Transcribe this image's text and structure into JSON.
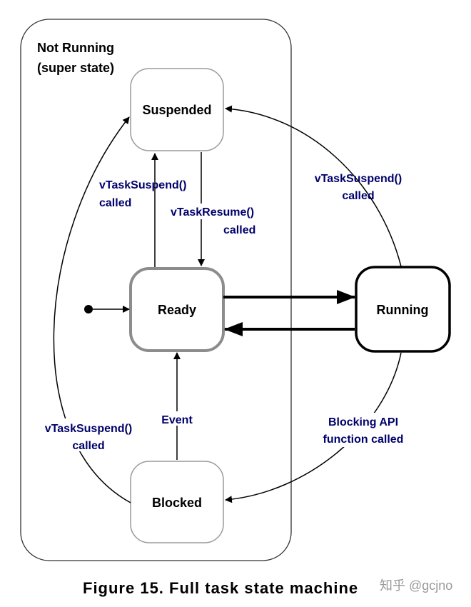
{
  "colors": {
    "label_color": "#00006b",
    "line_color": "#000000",
    "suspended_border": "#9a9a9a",
    "ready_border": "#8c8c8c",
    "blocked_border": "#9a9a9a",
    "running_border": "#000000",
    "super_state_border": "#333333"
  },
  "super_state": {
    "line1": "Not Running",
    "line2": "(super state)"
  },
  "states": {
    "suspended": "Suspended",
    "ready": "Ready",
    "running": "Running",
    "blocked": "Blocked"
  },
  "transitions": {
    "ready_to_suspended": {
      "line1": "vTaskSuspend()",
      "line2": "called"
    },
    "suspended_to_ready": {
      "line1": "vTaskResume()",
      "line2": "called"
    },
    "running_to_suspended": {
      "line1": "vTaskSuspend()",
      "line2": "called"
    },
    "blocked_to_suspended": {
      "line1": "vTaskSuspend()",
      "line2": "called"
    },
    "blocked_to_ready": {
      "line1": "Event"
    },
    "running_to_blocked": {
      "line1": "Blocking API",
      "line2": "function called"
    }
  },
  "caption": "Figure 15.  Full task state machine",
  "watermark": "知乎 @gcjno"
}
